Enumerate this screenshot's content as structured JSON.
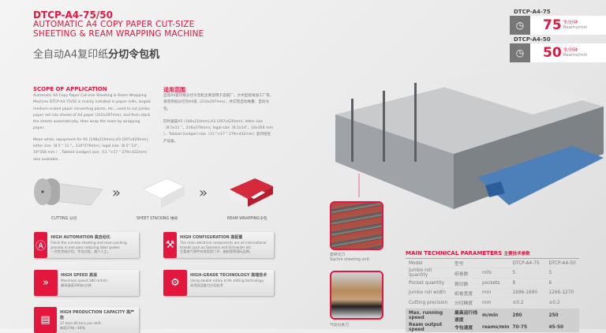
{
  "header": {
    "model": "DTCP-A4-75/50",
    "title_line1": "AUTOMATIC A4 COPY PAPER CUT-SIZE",
    "title_line2": "SHEETING & REAM WRAPPING MACHINE",
    "cn_title_light": "全自动A4复印纸",
    "cn_title_bold": "分切令包机"
  },
  "speed_badges": [
    {
      "model": "DTCP-A4-75",
      "value": "75",
      "unit_cn": "令/分钟",
      "unit_en": "Reams/min",
      "icon": "timer-icon"
    },
    {
      "model": "DTCP-A4-50",
      "value": "50",
      "unit_cn": "令/分钟",
      "unit_en": "Reams/min",
      "icon": "timer-icon"
    }
  ],
  "scope": {
    "heading": "SCOPE OF APPLICATION",
    "p1": "Automatic A4 Copy Paper Cut-size Sheeting & Ream Wrapping Machine DTCP-A4-75/50 is mainly installed in paper mills, large& medium-scaled paper converting plants, etc., used to cut jumbo paper roll into sheets of A4 paper (210x297mm), and then stack the sheets automatically, then wrap the ream by wrapping paper.",
    "p2": "Mean while, equipment for A5 (148x210mm),A3 (297x420mm), letter size（8.5 \" 11 \"，216*279mm), legal size（8.5\" 14\"，16*356 mm ）, Tabloid (Ledger) size（11 \"×17 \" 279×432mm）also available."
  },
  "scope_cn": {
    "heading": "适用范围",
    "p1": "自动A4复印纸分切令包机主要适用于造纸厂、大中型纸张加工厂等，将卷筒纸分切为A4纸（210x297mm），并实现自动堆叠、自动令包。",
    "p2": "同时兼容A5 (148x210mm),A3 (297x420mm), letter size（8.5x11 \"，216x279mm), legal size（8.5x14\"，16x356 mm ），Tabloid (Ledger) size（11 \"×17 \" 279×432mm）复印纸生产设备。"
  },
  "process": [
    {
      "label": "CUTTING 分切"
    },
    {
      "label": "SHEET STACKING 堆垛"
    },
    {
      "label": "REAM WRAPPING令包"
    }
  ],
  "features": [
    {
      "title": "HIGH AUTOMATION 高自动化",
      "desc1": "Finish the cut-size sheeting and ream packing process in one pass reducing labor power.",
      "desc2": "一次性完成分切、令包过程，减少人工。",
      "icon": "automation-icon"
    },
    {
      "title": "HIGH CONFIGURATION 高配置",
      "desc1": "The main electrical components are all international brands such as Siemens and Schneider etc.",
      "desc2": "主要电气原件均采用西门子、施耐德等国际品牌。",
      "icon": "configuration-icon"
    },
    {
      "title": "HIGH SPEED 高速",
      "desc1": "Maximum speed 280 m/min.",
      "desc2": "最高速度280米/分钟",
      "icon": "fast-forward-icon"
    },
    {
      "title": "HIGH-GRADE TECHNOLOGY 高端技术",
      "desc1": "Using double rotary knife slitting technology.",
      "desc2": "采用双回旋刀分切技术",
      "icon": "gear-icon"
    },
    {
      "title": "HIGH PRODUCTION CAPACITY 高产能",
      "desc1": "37 tons-46 tons per shift.",
      "desc2": "每班37吨—46吨",
      "icon": "capacity-icon"
    }
  ],
  "photos": [
    {
      "caption_cn": "旋转切刀",
      "caption_en": "Sqchro sheeting unit."
    },
    {
      "caption_cn": "气动分条刀"
    }
  ],
  "params": {
    "heading": "MAIN TECHNICAL PARAMETERS",
    "heading_cn": "主要技术参数",
    "header": [
      "Model",
      "型号",
      "",
      "DTCP-A4-75",
      "DTCP-A4-50"
    ],
    "rows": [
      [
        "Jumbo roll quantity",
        "纸卷数",
        "rolls",
        "5",
        "5"
      ],
      [
        "Pocket quantity",
        "裁切数",
        "pockets",
        "8",
        "6"
      ],
      [
        "Jumbo roll width",
        "纸卷宽度",
        "mm",
        "1686-1690",
        "1266-1270"
      ],
      [
        "Cutting precision",
        "分切精度",
        "mm",
        "±0.2",
        "±0.2"
      ],
      [
        "Max. running speed",
        "最高运行线速度",
        "m/min",
        "280",
        "250"
      ],
      [
        "Ream output speed",
        "令包速度",
        "reams/min",
        "70-75",
        "45-50"
      ]
    ]
  }
}
